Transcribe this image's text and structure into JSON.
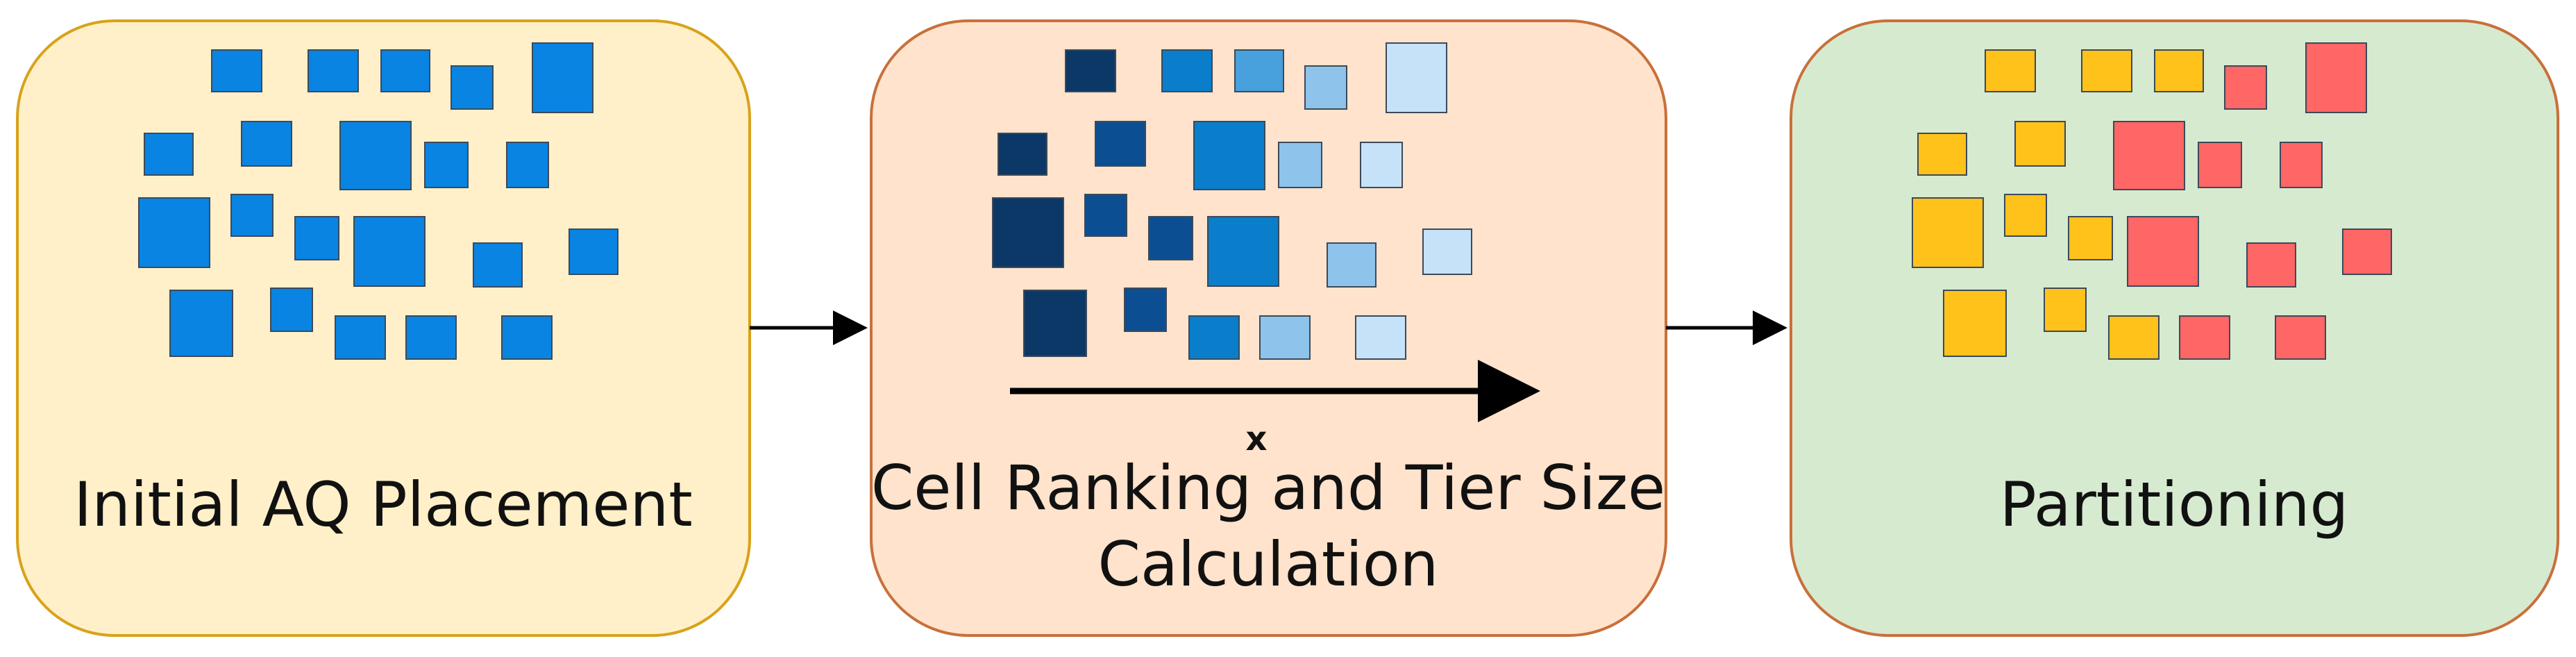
{
  "colors": {
    "panel1_fill": "#FFF0C9",
    "panel1_stroke": "#D8A21A",
    "panel2_fill": "#FFE3CC",
    "panel2_stroke": "#C8703A",
    "panel3_fill": "#D6EAD0",
    "panel3_stroke": "#C8703A",
    "box_stroke": "#3C4A5A",
    "connector": "#000000",
    "blue": "#0A84E2",
    "rank_1": "#0B3866",
    "rank_2": "#0C4E92",
    "rank_3": "#0A7ECA",
    "rank_4": "#48A0DC",
    "rank_5": "#8EC4EC",
    "rank_6": "#C6E2F8",
    "yellow": "#FFC21A",
    "red": "#FF6666"
  },
  "panels": {
    "initial": {
      "label": "Initial AQ Placement"
    },
    "ranking": {
      "label_line1": "Cell Ranking and Tier Size",
      "label_line2": "Calculation",
      "axis_label": "x"
    },
    "partitioning": {
      "label": "Partitioning"
    }
  }
}
